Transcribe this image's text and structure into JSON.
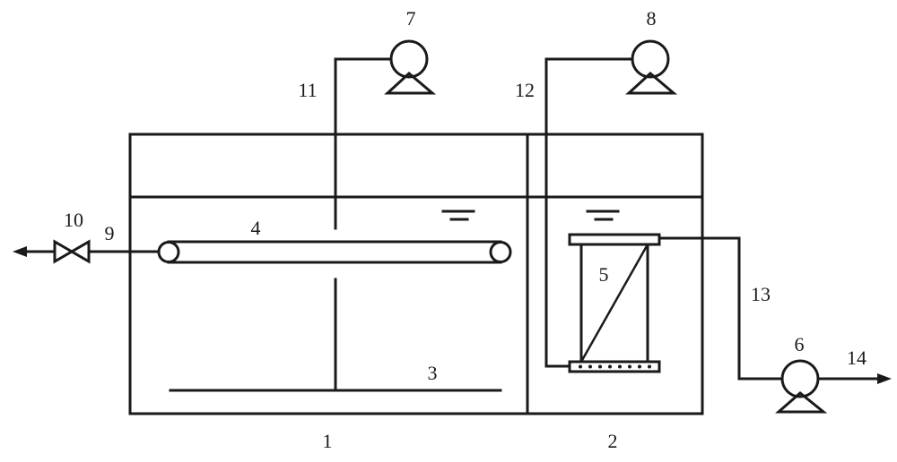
{
  "labels": {
    "tank_1": "1",
    "tank_2": "2",
    "aerator_3": "3",
    "pipe_4": "4",
    "membrane_5": "5",
    "pump_6": "6",
    "pump_7": "7",
    "pump_8": "8",
    "pipe_9": "9",
    "valve_10": "10",
    "line_11": "11",
    "line_12": "12",
    "line_13": "13",
    "outlet_14": "14"
  }
}
